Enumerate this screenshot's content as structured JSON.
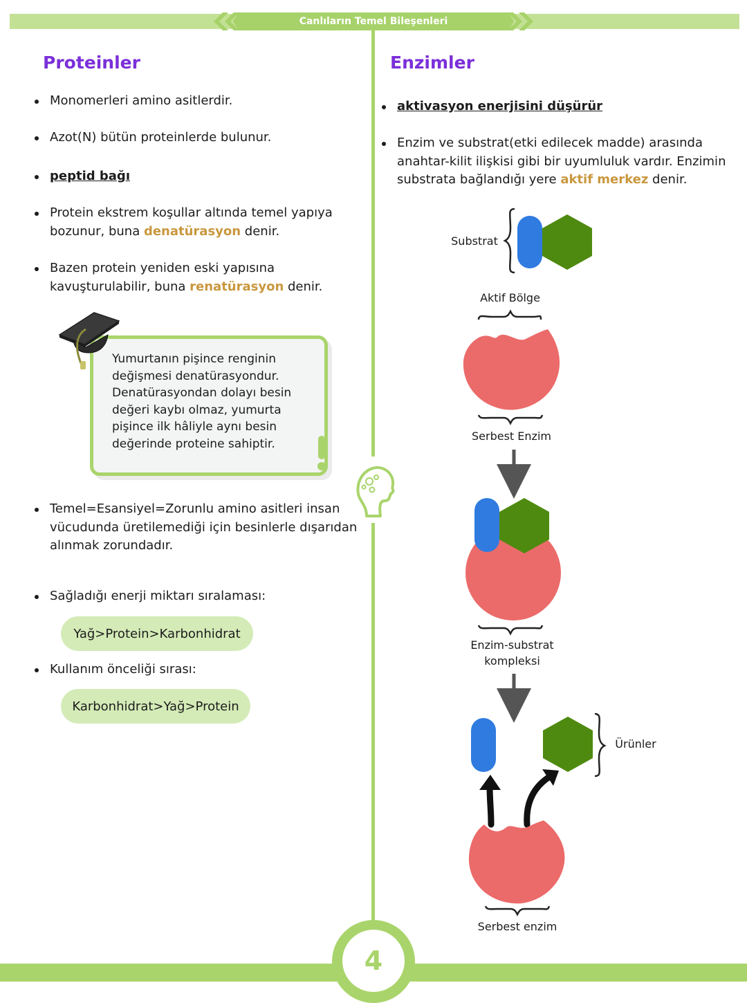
{
  "header": {
    "title": "Canlıların Temel Bileşenleri"
  },
  "left": {
    "title": "Proteinler",
    "bullets": [
      {
        "text": "Monomerleri amino asitlerdir."
      },
      {
        "text": "Azot(N) bütün proteinlerde bulunur."
      },
      {
        "text": "peptid bağı"
      },
      {
        "pre": "Protein ekstrem koşullar altında temel yapıya bozunur, buna ",
        "hl": "denatürasyon",
        "post": " denir."
      },
      {
        "pre": "Bazen protein yeniden eski yapısına kavuşturulabilir, buna ",
        "hl": "renatürasyon",
        "post": " denir."
      },
      {
        "text": "Temel=Esansiyel=Zorunlu amino asitleri insan vücudunda üretilemediği için besinlerle dışarıdan alınmak zorundadır."
      },
      {
        "text": "Sağladığı enerji miktarı sıralaması:"
      },
      {
        "text": "Kullanım önceliği sırası:"
      }
    ],
    "note": "Yumurtanın pişince renginin değişmesi denatürasyondur. Denatürasyondan dolayı besin değeri kaybı olmaz, yumurta pişince ilk hâliyle aynı besin değerinde proteine sahiptir.",
    "energy_order": "Yağ>Protein>Karbonhidrat",
    "usage_order": "Karbonhidrat>Yağ>Protein"
  },
  "right": {
    "title": "Enzimler",
    "bullets": [
      {
        "text": "aktivasyon enerjisini düşürür"
      },
      {
        "pre": "Enzim ve substrat(etki edilecek madde) arasında anahtar-kilit ilişkisi gibi bir uyumluluk vardır. Enzimin substrata bağlandığı yere ",
        "hl": "aktif merkez",
        "post": " denir."
      }
    ],
    "diagram": {
      "substrate": "Substrat",
      "active_site": "Aktif Bölge",
      "free_enzyme": "Serbest Enzim",
      "complex_line1": "Enzim-substrat",
      "complex_line2": "kompleksi",
      "products": "Ürünler",
      "free_enzyme_end": "Serbest enzim"
    }
  },
  "page_number": "4",
  "colors": {
    "accent_green": "#a9d46b",
    "header_band": "#c3e194",
    "title_purple": "#7b2fd9",
    "highlight_gold": "#c9973e",
    "enzyme_red": "#eb6b6a",
    "substrate_blue": "#2f7be0",
    "substrate_green": "#4f8a10",
    "pill_bg": "#d4ebb7"
  }
}
